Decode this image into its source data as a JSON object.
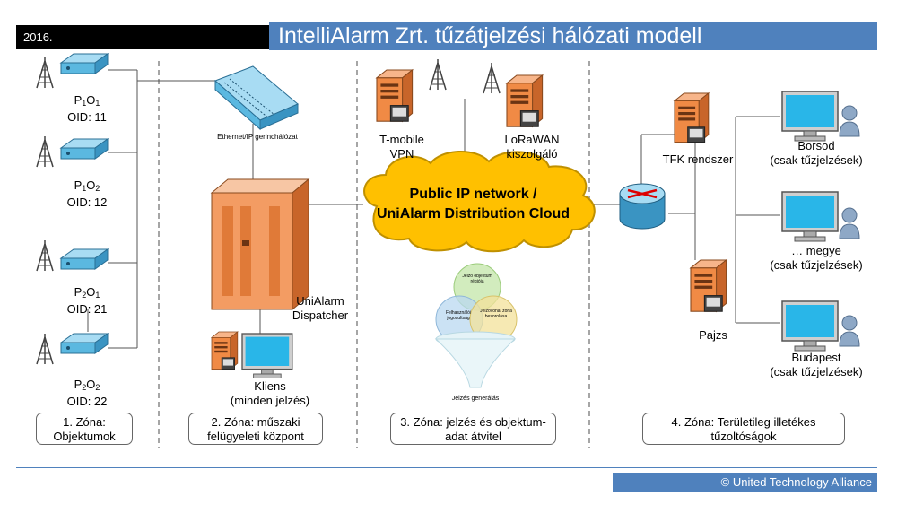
{
  "header": {
    "year": "2016.",
    "title": "IntelliAlarm Zrt. tűzátjelzési hálózati modell"
  },
  "objects": [
    {
      "p": "P",
      "p_sub": "1",
      "o": "O",
      "o_sub": "1",
      "oid": "OID: 11"
    },
    {
      "p": "P",
      "p_sub": "1",
      "o": "O",
      "o_sub": "2",
      "oid": "OID: 12"
    },
    {
      "p": "P",
      "p_sub": "2",
      "o": "O",
      "o_sub": "1",
      "oid": "OID: 21"
    },
    {
      "p": "P",
      "p_sub": "2",
      "o": "O",
      "o_sub": "2",
      "oid": "OID: 22"
    }
  ],
  "labels": {
    "ethernet": "Ethernet/IP gerinchálózat",
    "dispatcher_1": "UniAlarm",
    "dispatcher_2": "Dispatcher",
    "client_1": "Kliens",
    "client_2": "(minden jelzés)",
    "tmobile_1": "T-mobile",
    "tmobile_2": "VPN",
    "lorawan_1": "LoRaWAN",
    "lorawan_2": "kiszolgáló",
    "cloud_1": "Public IP network /",
    "cloud_2": "UniAlarm Distribution Cloud",
    "venn_1": "Jelző objektum régiója",
    "venn_2": "Felhasználói jogosultság",
    "venn_3": "Jelzővonal zóna besorolása",
    "funnel": "Jelzés generálás",
    "tfk": "TFK rendszer",
    "pajzs": "Pajzs",
    "borsod_1": "Borsod",
    "borsod_2": "(csak tűzjelzések)",
    "megye_1": "… megye",
    "megye_2": "(csak tűzjelzések)",
    "budapest_1": "Budapest",
    "budapest_2": "(csak tűzjelzések)"
  },
  "zones": [
    {
      "line1": "1. Zóna:",
      "line2": "Objektumok"
    },
    {
      "line1": "2. Zóna: műszaki",
      "line2": "felügyeleti központ"
    },
    {
      "line1": "3. Zóna: jelzés és objektum-",
      "line2": "adat átvitel"
    },
    {
      "line1": "4. Zóna: Területileg illetékes",
      "line2": "tűzoltóságok"
    }
  ],
  "footer": {
    "copyright": "© United Technology Alliance"
  },
  "colors": {
    "accent": "#4f81bd",
    "cloud": "#ffc000",
    "server": "#f08a45",
    "device": "#5bb8e0",
    "monitor": "#1fa3e0"
  }
}
